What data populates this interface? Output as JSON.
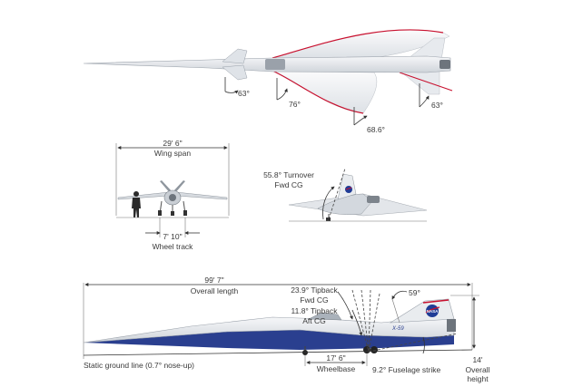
{
  "top_view": {
    "angles": [
      "63°",
      "76°",
      "68.6°",
      "63°"
    ]
  },
  "front_view": {
    "span_value": "29' 6\"",
    "span_label": "Wing span",
    "track_value": "7' 10\"",
    "track_label": "Wheel track"
  },
  "side_small": {
    "turnover_line1": "55.8° Turnover",
    "turnover_line2": "Fwd CG"
  },
  "side_view": {
    "length_value": "99' 7\"",
    "length_label": "Overall length",
    "tipback_fwd_line1": "23.9° Tipback",
    "tipback_fwd_line2": "Fwd CG",
    "tipback_aft_line1": "11.8° Tipback",
    "tipback_aft_line2": "Aft CG",
    "tail_angle": "59°",
    "ground_line": "Static ground line (0.7° nose-up)",
    "wheelbase_value": "17' 6\"",
    "wheelbase_label": "Wheelbase",
    "strike_label": "9.2° Fuselage strike",
    "height_value": "14'",
    "height_line1": "Overall",
    "height_line2": "height",
    "tail_code": "X-59",
    "logo": "NASA"
  },
  "colors": {
    "fuselage": "#e9ecef",
    "blue": "#2a3f8f",
    "red": "#c8102e",
    "line": "#333333"
  }
}
